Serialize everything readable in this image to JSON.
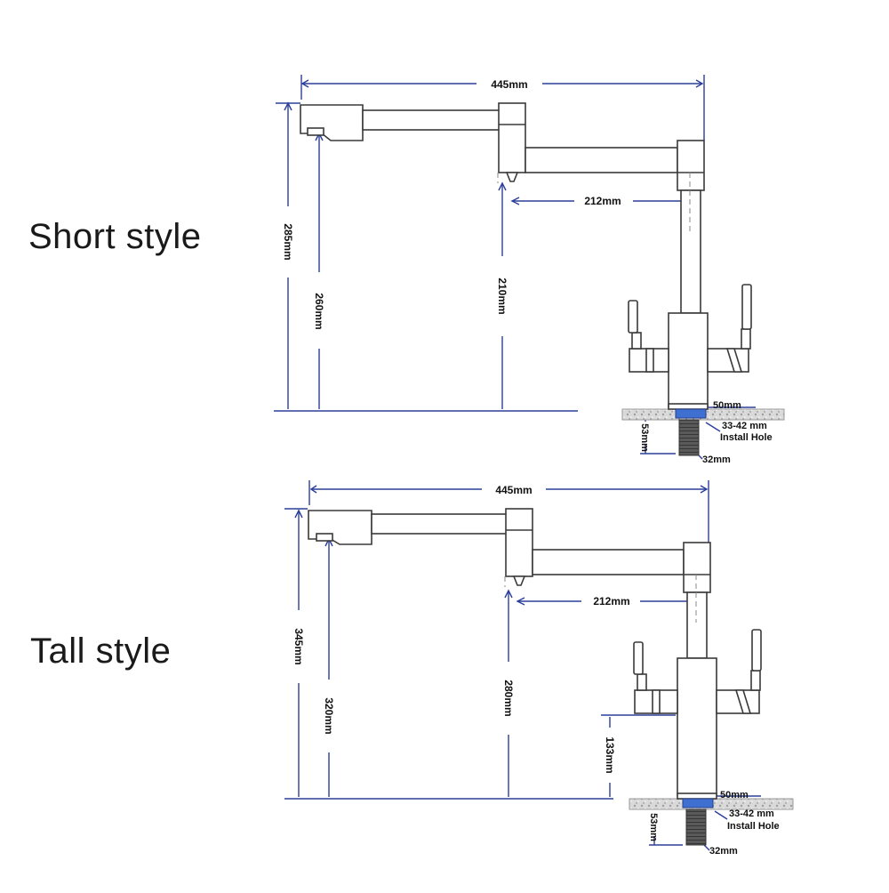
{
  "colors": {
    "dimension_line": "#2c3e9a",
    "outline": "#3a3a3a",
    "install_blue": "#3f6fd1",
    "thread": "#4a4a4a"
  },
  "short": {
    "title": "Short style",
    "dims": {
      "width": "445mm",
      "height_total": "285mm",
      "spout_height": "260mm",
      "outlet_height": "210mm",
      "arm_reach": "212mm",
      "base": "50mm",
      "hole_range": "33-42 mm",
      "install_hole": "Install Hole",
      "shank_length": "53mm",
      "shank_dia": "32mm"
    }
  },
  "tall": {
    "title": "Tall style",
    "dims": {
      "width": "445mm",
      "height_total": "345mm",
      "spout_height": "320mm",
      "outlet_height": "280mm",
      "arm_reach": "212mm",
      "body_height": "133mm",
      "base": "50mm",
      "hole_range": "33-42 mm",
      "install_hole": "Install Hole",
      "shank_length": "53mm",
      "shank_dia": "32mm"
    }
  }
}
